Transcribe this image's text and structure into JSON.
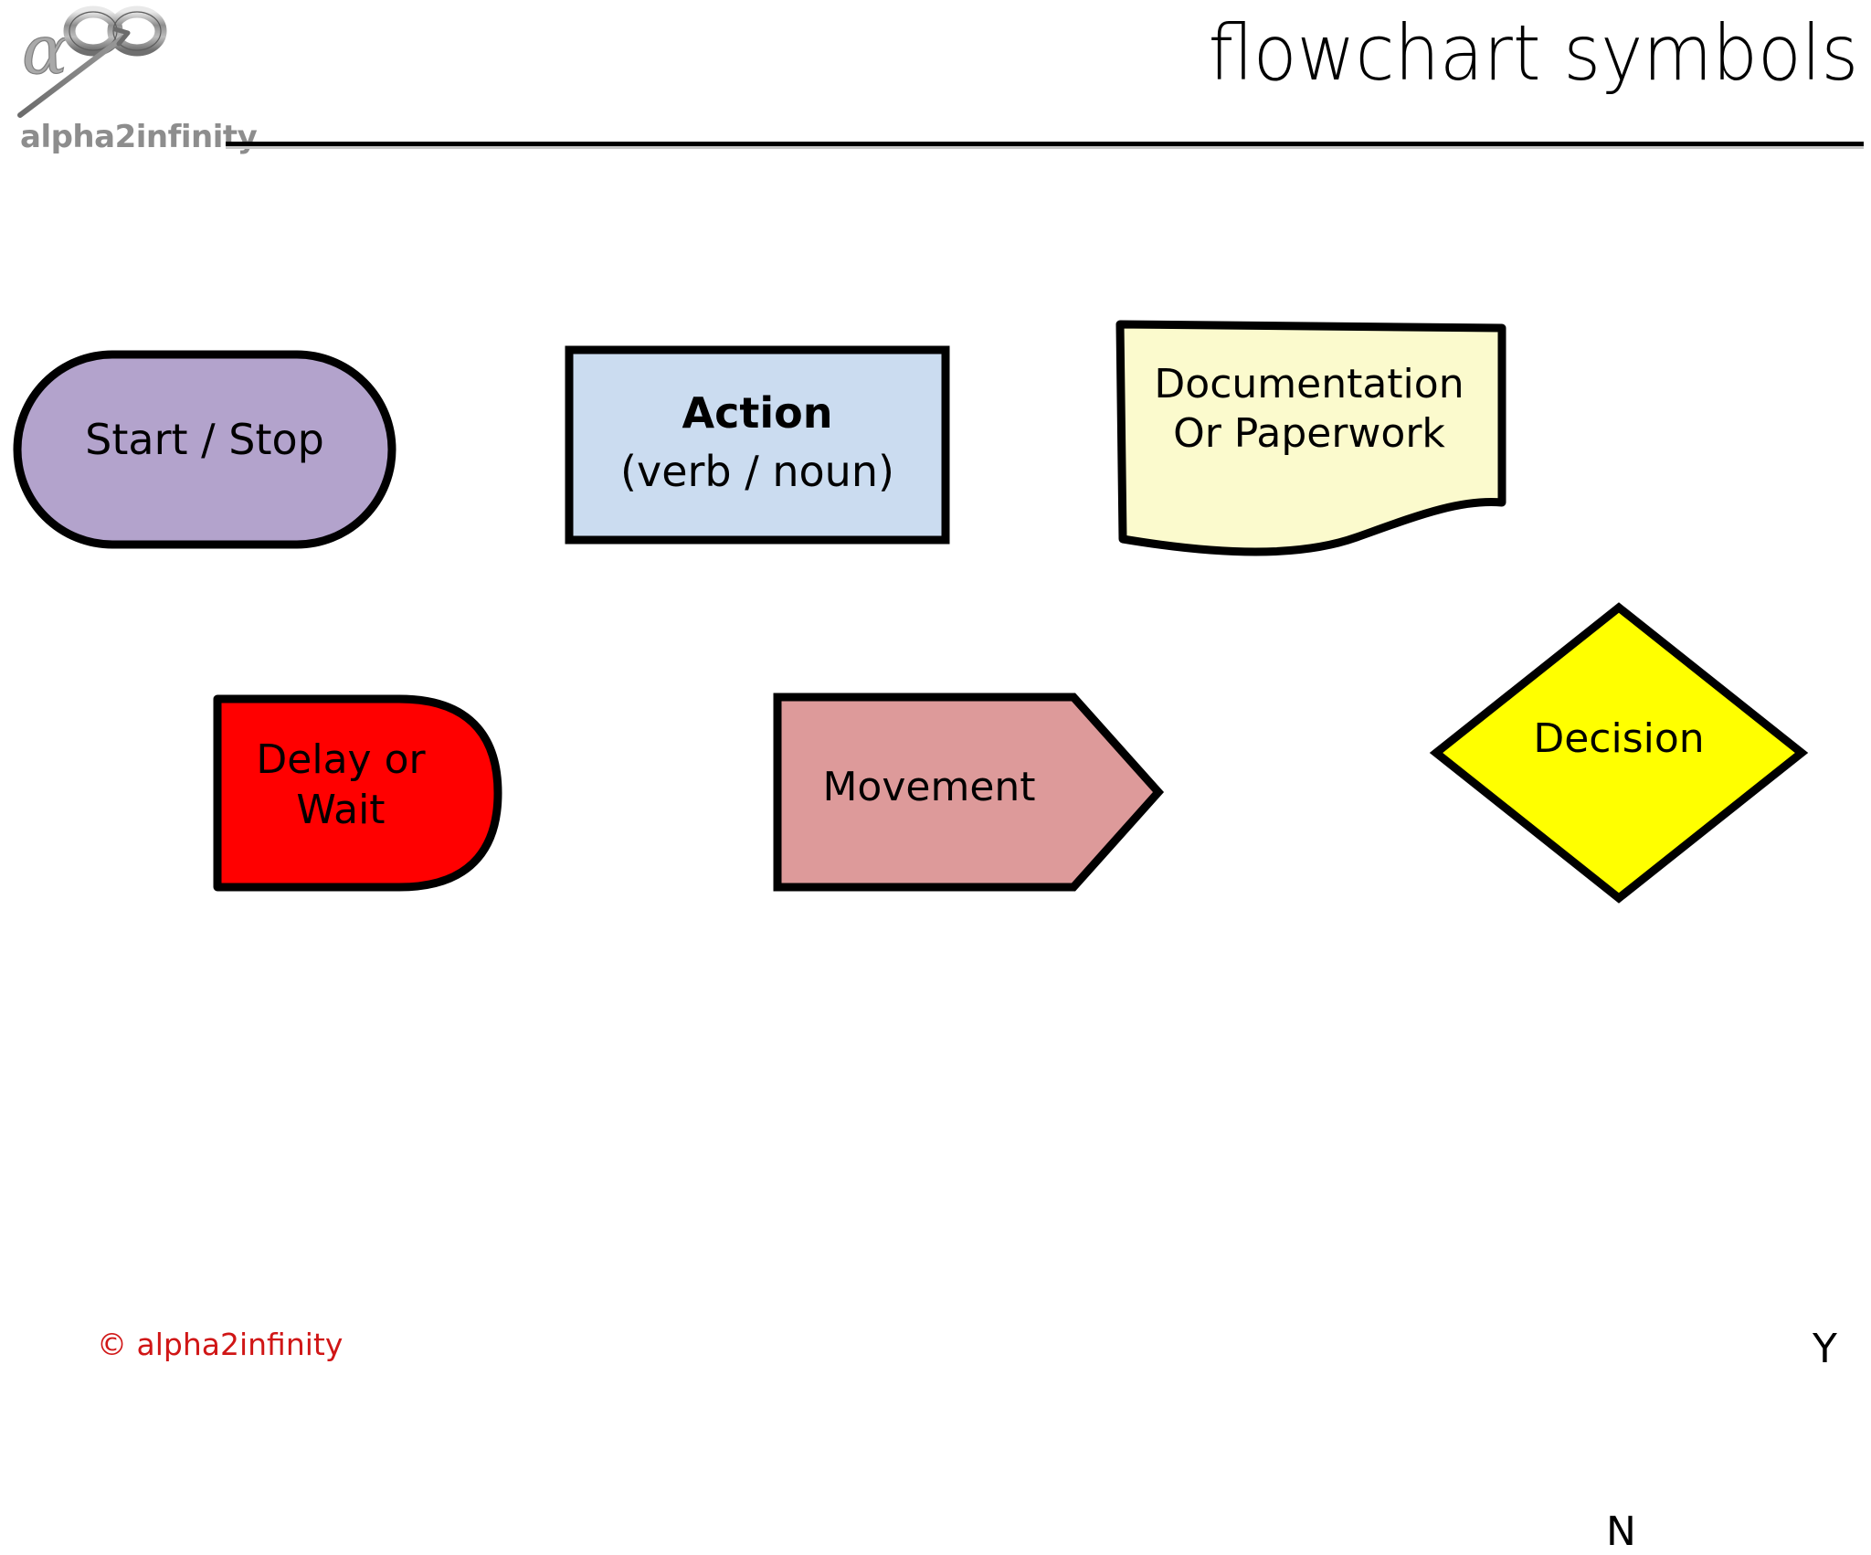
{
  "page": {
    "title": "flowchart symbols",
    "background": "#FFFFFF"
  },
  "brand": {
    "logo_icon": "alpha-infinity-arrow-logo",
    "wordmark": "alpha2infinity",
    "wordmark_color": "#8D8D8D",
    "alpha_glyph": "α",
    "infinity_glyph": "∞"
  },
  "footer": {
    "copyright": "© alpha2infinity",
    "copyright_color": "#D01616"
  },
  "shapes": [
    {
      "id": "start-stop",
      "name": "Start / Stop",
      "symbol_type": "terminator-stadium",
      "label": "Start / Stop",
      "fill": "#B3A3CC",
      "stroke": "#000000"
    },
    {
      "id": "action",
      "name": "Action",
      "symbol_type": "process-rectangle",
      "label_bold": "Action",
      "label_sub": "(verb / noun)",
      "fill": "#CBDCF0",
      "stroke": "#000000"
    },
    {
      "id": "documentation",
      "name": "Documentation Or Paperwork",
      "symbol_type": "document-wavy-bottom",
      "label": "Documentation\nOr Paperwork",
      "fill": "#FBFACD",
      "stroke": "#000000"
    },
    {
      "id": "delay",
      "name": "Delay or Wait",
      "symbol_type": "delay-d-shape",
      "label": "Delay or\nWait",
      "fill": "#FF0000",
      "stroke": "#000000"
    },
    {
      "id": "movement",
      "name": "Movement",
      "symbol_type": "arrow-pentagon",
      "label": "Movement",
      "fill": "#DD9A9A",
      "stroke": "#000000"
    },
    {
      "id": "decision",
      "name": "Decision",
      "symbol_type": "decision-diamond",
      "label": "Decision",
      "branch_yes": "Y",
      "branch_no": "N",
      "fill": "#FFFF00",
      "stroke": "#000000"
    }
  ]
}
